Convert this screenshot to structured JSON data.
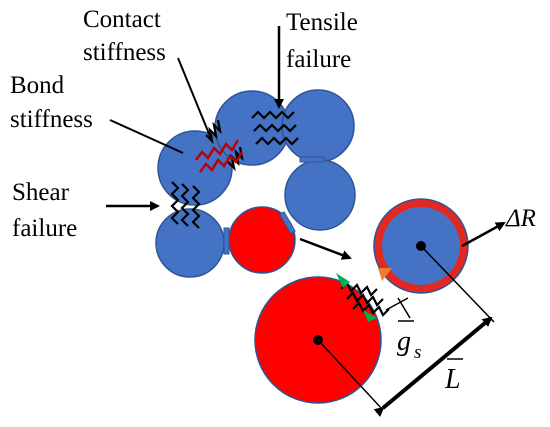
{
  "labels": {
    "contact_1": "Contact",
    "contact_2": "stiffness",
    "tensile_1": "Tensile",
    "tensile_2": "failure",
    "bond_1": "Bond",
    "bond_2": "stiffness",
    "shear_1": "Shear",
    "shear_2": "failure",
    "delta_r": "ΔR",
    "gap_base": "g",
    "gap_sub": "s",
    "length": "L"
  },
  "colors": {
    "blue_particle": "#4472c4",
    "red_particle": "#ff0000",
    "outline": "#2f5597",
    "spring_black": "#000000",
    "spring_red": "#c00000",
    "triangle_green": "#00b050",
    "triangle_orange": "#ed7d31"
  }
}
